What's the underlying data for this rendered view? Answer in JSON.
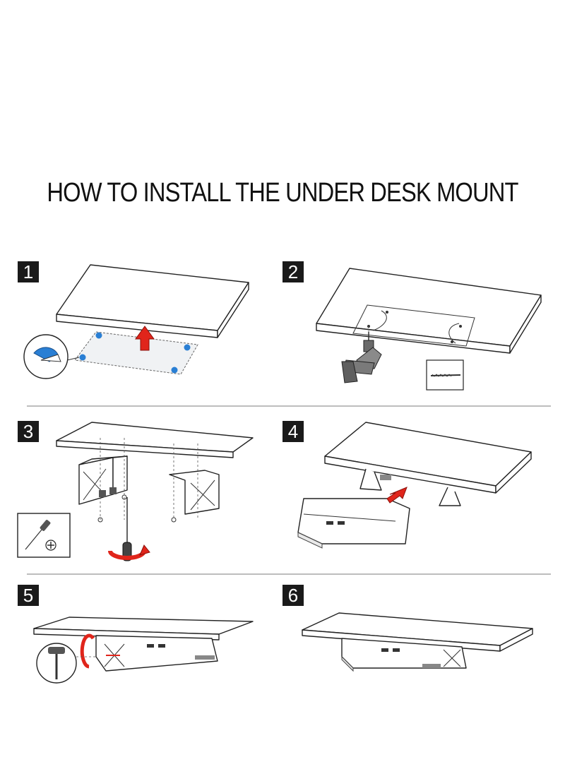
{
  "title": "HOW TO INSTALL THE UNDER DESK MOUNT",
  "steps": [
    {
      "number": "1"
    },
    {
      "number": "2"
    },
    {
      "number": "3"
    },
    {
      "number": "4"
    },
    {
      "number": "5"
    },
    {
      "number": "6"
    }
  ],
  "colors": {
    "accent_red": "#e0251b",
    "accent_blue": "#2a7fd4",
    "ink": "#1a1a1a",
    "separator": "#bdbdbd"
  },
  "icons": [
    "tape-icon",
    "drill-icon",
    "screwdriver-icon",
    "phillips-icon",
    "thumbscrew-icon",
    "rotate-arrow-icon",
    "push-arrow-icon"
  ]
}
